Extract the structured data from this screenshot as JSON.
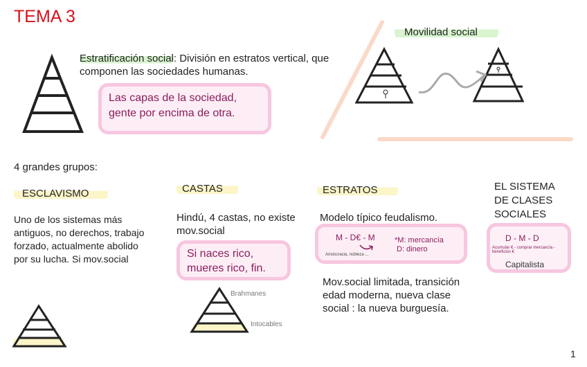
{
  "title": "TEMA 3",
  "definition": {
    "term": "Estratificación social",
    "text": ": División en estratos vertical, que componen las sociedades humanas."
  },
  "note_box": "Las capas de la sociedad, gente por encima de otra.",
  "mobility": {
    "title": "Movilidad social"
  },
  "groups_intro": "4 grandes grupos:",
  "columns": [
    {
      "heading": "ESCLAVISMO",
      "text": "Uno de los sistemas más antiguos, no derechos, trabajo forzado, actualmente abolido por su lucha. Si mov.social"
    },
    {
      "heading": "CASTAS",
      "text": "Hindú, 4 castas, no existe mov.social",
      "box": "Si naces rico, mueres rico, fin.",
      "pyramid_top": "Brahmanes",
      "pyramid_bottom": "Intocables"
    },
    {
      "heading": "ESTRATOS",
      "subtitle": "Modelo típico feudalismo.",
      "formula": "M - D€ - M",
      "formula_note": "Aristocracia, nobleza ...",
      "legend_m": "*M: mercancía",
      "legend_d": "D: dinero",
      "text": "Mov.social limitada, transición edad moderna, nueva clase social : la nueva burguesía."
    },
    {
      "heading": "EL SISTEMA DE CLASES SOCIALES",
      "formula": "D - M - D",
      "formula_note": "Acumular € - comprar mercancía - beneficios €",
      "label": "Capitalista"
    }
  ],
  "page_number": "1",
  "colors": {
    "title": "#d9101a",
    "highlight_green": "#d8f5d0",
    "highlight_yellow": "#fbf5c8",
    "box_border": "#f7c6e0",
    "box_text": "#8a1d5c",
    "accent_line": "#fbd9c8"
  }
}
